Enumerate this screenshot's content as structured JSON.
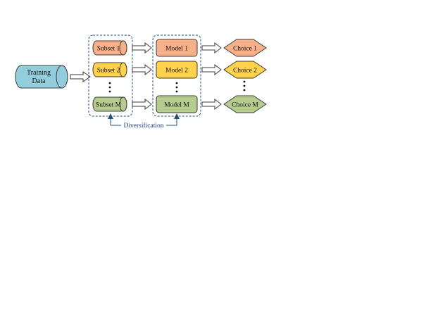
{
  "training": {
    "line1": "Training",
    "line2": "Data"
  },
  "subsets": [
    "Subset 1",
    "Subset 2",
    "Subset M"
  ],
  "models": [
    "Model 1",
    "Model 2",
    "Model M"
  ],
  "choices": [
    "Choice 1",
    "Choice 2",
    "Choice M"
  ],
  "diversification": "Diversification",
  "colors": {
    "training_fill": "#92cddc",
    "orange_fill": "#f8b08a",
    "yellow_fill": "#ffd24a",
    "green_fill": "#b5cc8e",
    "stroke": "#3a3a3a",
    "group_border": "#1f4e79",
    "label_color": "#1f3f7a"
  }
}
